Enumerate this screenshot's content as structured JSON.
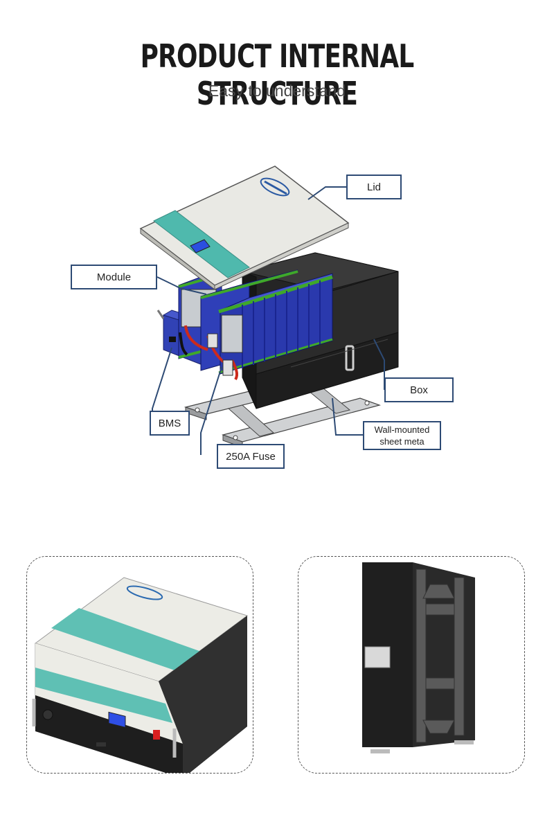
{
  "header": {
    "title": "PRODUCT INTERNAL STRUCTURE",
    "subtitle": "Easy to understand"
  },
  "callouts": {
    "lid": "Lid",
    "module": "Module",
    "box": "Box",
    "bms": "BMS",
    "wall_mount_line1": "Wall-mounted",
    "wall_mount_line2": "sheet meta",
    "fuse": "250A Fuse"
  },
  "colors": {
    "callout_border": "#2d4a74",
    "module_blue": "#2f3fb8",
    "teal_stripe": "#4fb9ad",
    "box_black": "#1c1c1c",
    "lid_white": "#e9e9e4"
  },
  "icons": [
    "brand-logo",
    "lcd-display"
  ]
}
